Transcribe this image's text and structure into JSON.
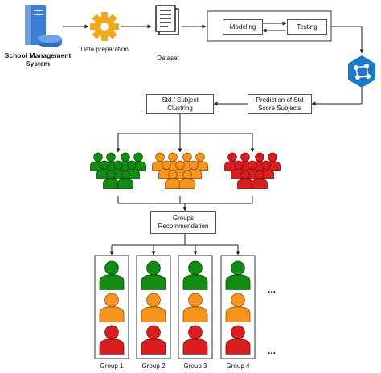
{
  "source": {
    "title_line1": "School Management",
    "title_line2": "System"
  },
  "steps": {
    "data_preparation": "Data preparation",
    "dataset": "Dataset",
    "modeling": "Modeling",
    "testing": "Testing",
    "prediction_line1": "Prediction of Std",
    "prediction_line2": "Score Subjects",
    "clustering_line1": "Std / Subject",
    "clustering_line2": "Clustring",
    "recommendation_line1": "Groups",
    "recommendation_line2": "Recommendation"
  },
  "groups": [
    "Group 1",
    "Group 2",
    "Group 3",
    "Group 4"
  ],
  "more": "...",
  "colors": {
    "green": "#138a13",
    "orange": "#f7941d",
    "red": "#d81e1e",
    "gear": "#f0a81c",
    "brain": "#1e78c8",
    "server": "#3b7fd4"
  }
}
